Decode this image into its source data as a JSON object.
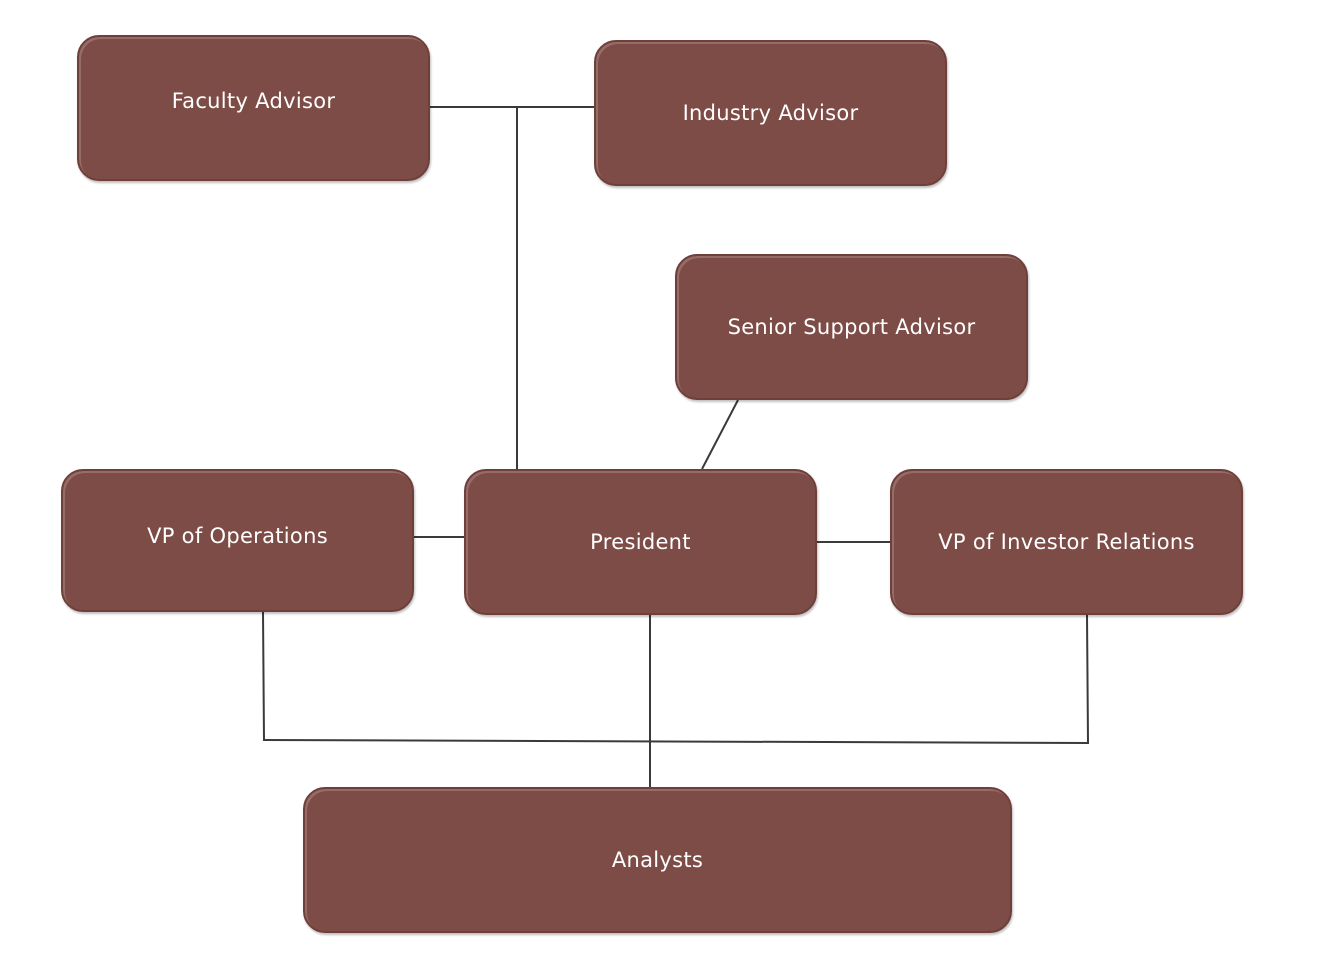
{
  "diagram": {
    "nodes": {
      "faculty_advisor": "Faculty Advisor",
      "industry_advisor": "Industry Advisor",
      "senior_support_advisor": "Senior Support Advisor",
      "vp_operations": "VP of Operations",
      "president": "President",
      "vp_investor_relations": "VP of Investor Relations",
      "analysts": "Analysts"
    },
    "edges": [
      [
        "faculty_advisor",
        "industry_advisor"
      ],
      [
        "faculty_advisor",
        "president"
      ],
      [
        "senior_support_advisor",
        "president"
      ],
      [
        "vp_operations",
        "president"
      ],
      [
        "president",
        "vp_investor_relations"
      ],
      [
        "president",
        "analysts"
      ],
      [
        "vp_operations",
        "analysts"
      ],
      [
        "vp_investor_relations",
        "analysts"
      ]
    ],
    "colors": {
      "node_fill": "#7e4c47",
      "node_text": "#ffffff",
      "connector": "#3a3a3a",
      "background": "#ffffff"
    }
  }
}
